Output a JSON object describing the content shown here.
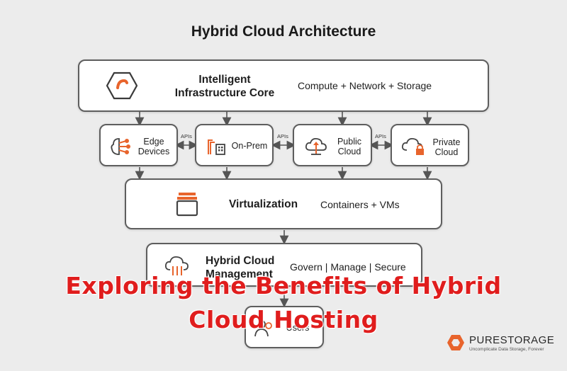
{
  "title": "Hybrid Cloud Architecture",
  "core": {
    "name_line1": "Intelligent",
    "name_line2": "Infrastructure Core",
    "detail": "Compute + Network + Storage"
  },
  "sites": [
    {
      "line1": "Edge",
      "line2": "Devices",
      "icon": "edge-icon"
    },
    {
      "line1": "On-Prem",
      "line2": "",
      "icon": "on-prem-icon"
    },
    {
      "line1": "Public",
      "line2": "Cloud",
      "icon": "public-cloud-icon"
    },
    {
      "line1": "Private",
      "line2": "Cloud",
      "icon": "private-cloud-icon"
    }
  ],
  "api_label": "APIs",
  "virtualization": {
    "name": "Virtualization",
    "detail": "Containers + VMs"
  },
  "management": {
    "name_line1": "Hybrid Cloud",
    "name_line2": "Management",
    "detail": "Govern | Manage | Secure"
  },
  "users": {
    "name": "Users"
  },
  "overlay": {
    "line1": "Exploring the Benefits of Hybrid",
    "line2": "Cloud Hosting"
  },
  "brand": {
    "name": "PURESTORAGE",
    "tagline": "Uncomplicate Data Storage, Forever"
  },
  "colors": {
    "accent": "#e8642c",
    "border": "#5e5e5e",
    "overlay_text": "#e01d1d",
    "background": "#ececec"
  }
}
